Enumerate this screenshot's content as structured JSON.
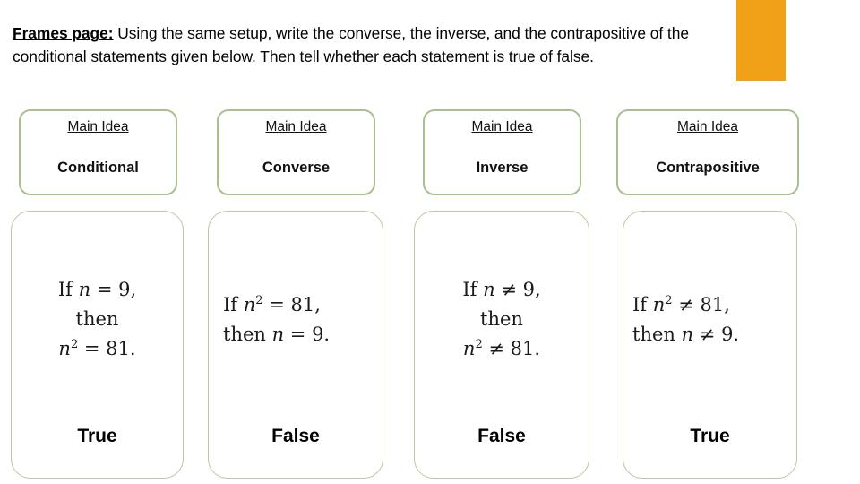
{
  "slide": {
    "prompt_lead": "Frames page:",
    "prompt_body": " Using the same setup, write the converse, the inverse, and the contrapositive of the conditional statements given below. Then tell whether each statement is true of false.",
    "accent_color": "#f0a118",
    "card_border_color": "#a9c08e",
    "body_border_color": "#b6c9a3"
  },
  "columns": [
    {
      "main_idea_label": "Main Idea",
      "kind": "Conditional",
      "statement_lines": [
        "If n = 9,",
        "then",
        "n2 = 81."
      ],
      "statement_text": "If n = 9, then n² = 81.",
      "verdict": "True"
    },
    {
      "main_idea_label": "Main Idea",
      "kind": "Converse",
      "statement_lines": [
        "If n2 = 81,",
        "then n = 9."
      ],
      "statement_text": "If n² = 81, then n = 9.",
      "verdict": "False"
    },
    {
      "main_idea_label": "Main Idea",
      "kind": "Inverse",
      "statement_lines": [
        "If n ≠ 9,",
        "then",
        "n2 ≠ 81."
      ],
      "statement_text": "If n ≠ 9, then n² ≠ 81.",
      "verdict": "False"
    },
    {
      "main_idea_label": "Main Idea",
      "kind": "Contrapositive",
      "statement_lines": [
        "If n2 ≠ 81,",
        "then n ≠ 9."
      ],
      "statement_text": "If n² ≠ 81, then n ≠ 9.",
      "verdict": "True"
    }
  ]
}
